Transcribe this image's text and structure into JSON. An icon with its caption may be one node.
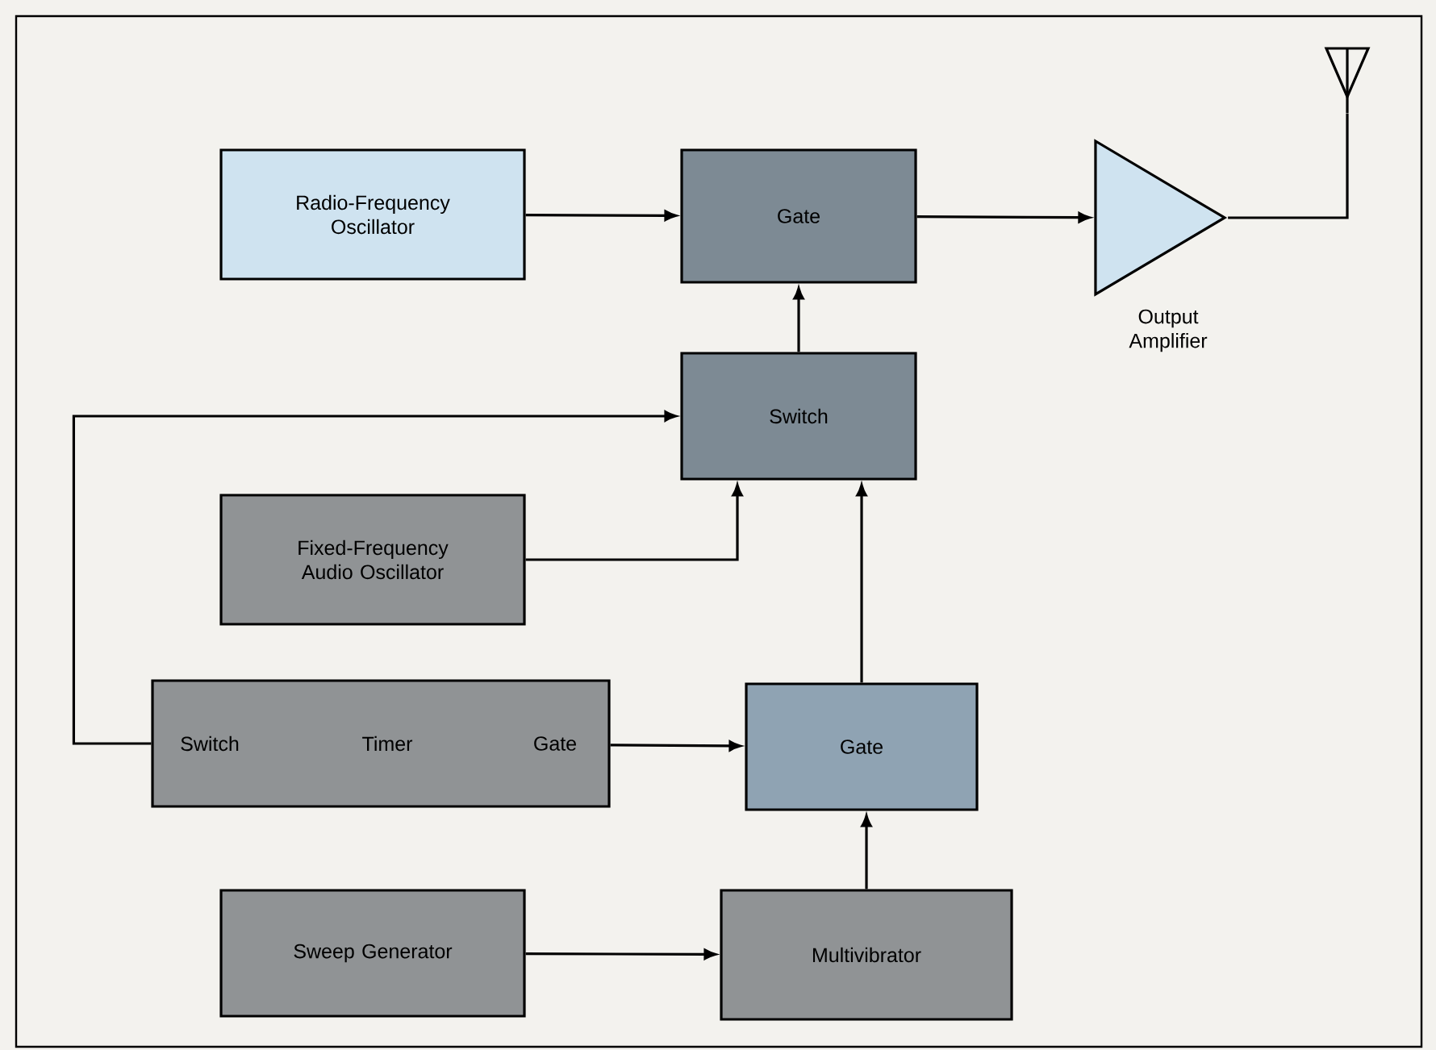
{
  "diagram": {
    "nodes": [
      {
        "text": [
          "Radio-Frequency Oscillator"
        ]
      },
      {
        "text": [
          "Gate"
        ]
      },
      {
        "text": [],
        "shape": "triangle",
        "beside": [
          "Output Amplifier"
        ]
      },
      {
        "text": [],
        "shape": "antenna"
      },
      {
        "text": [
          "Switch"
        ]
      },
      {
        "text": [
          "Fixed-Frequency Audio Oscillator"
        ]
      },
      {
        "text": [
          "Switch",
          "Timer",
          "Gate"
        ]
      },
      {
        "text": [
          "Gate"
        ]
      },
      {
        "text": [
          "Sweep Generator"
        ]
      },
      {
        "text": [
          "Multivibrator"
        ]
      }
    ],
    "edges": [
      {
        "from": 0,
        "to": 1,
        "arrow": "to"
      },
      {
        "from": 1,
        "to": 2,
        "arrow": "to"
      },
      {
        "from": 2,
        "to": 3,
        "arrow": "none"
      },
      {
        "from": 4,
        "to": 1,
        "arrow": "to"
      },
      {
        "from": 6,
        "to": 4,
        "arrow": "to"
      },
      {
        "from": 5,
        "to": 4,
        "arrow": "to"
      },
      {
        "from": 7,
        "to": 4,
        "arrow": "to"
      },
      {
        "from": 6,
        "to": 7,
        "arrow": "to"
      },
      {
        "from": 8,
        "to": 9,
        "arrow": "to"
      },
      {
        "from": 9,
        "to": 7,
        "arrow": "to"
      }
    ]
  }
}
